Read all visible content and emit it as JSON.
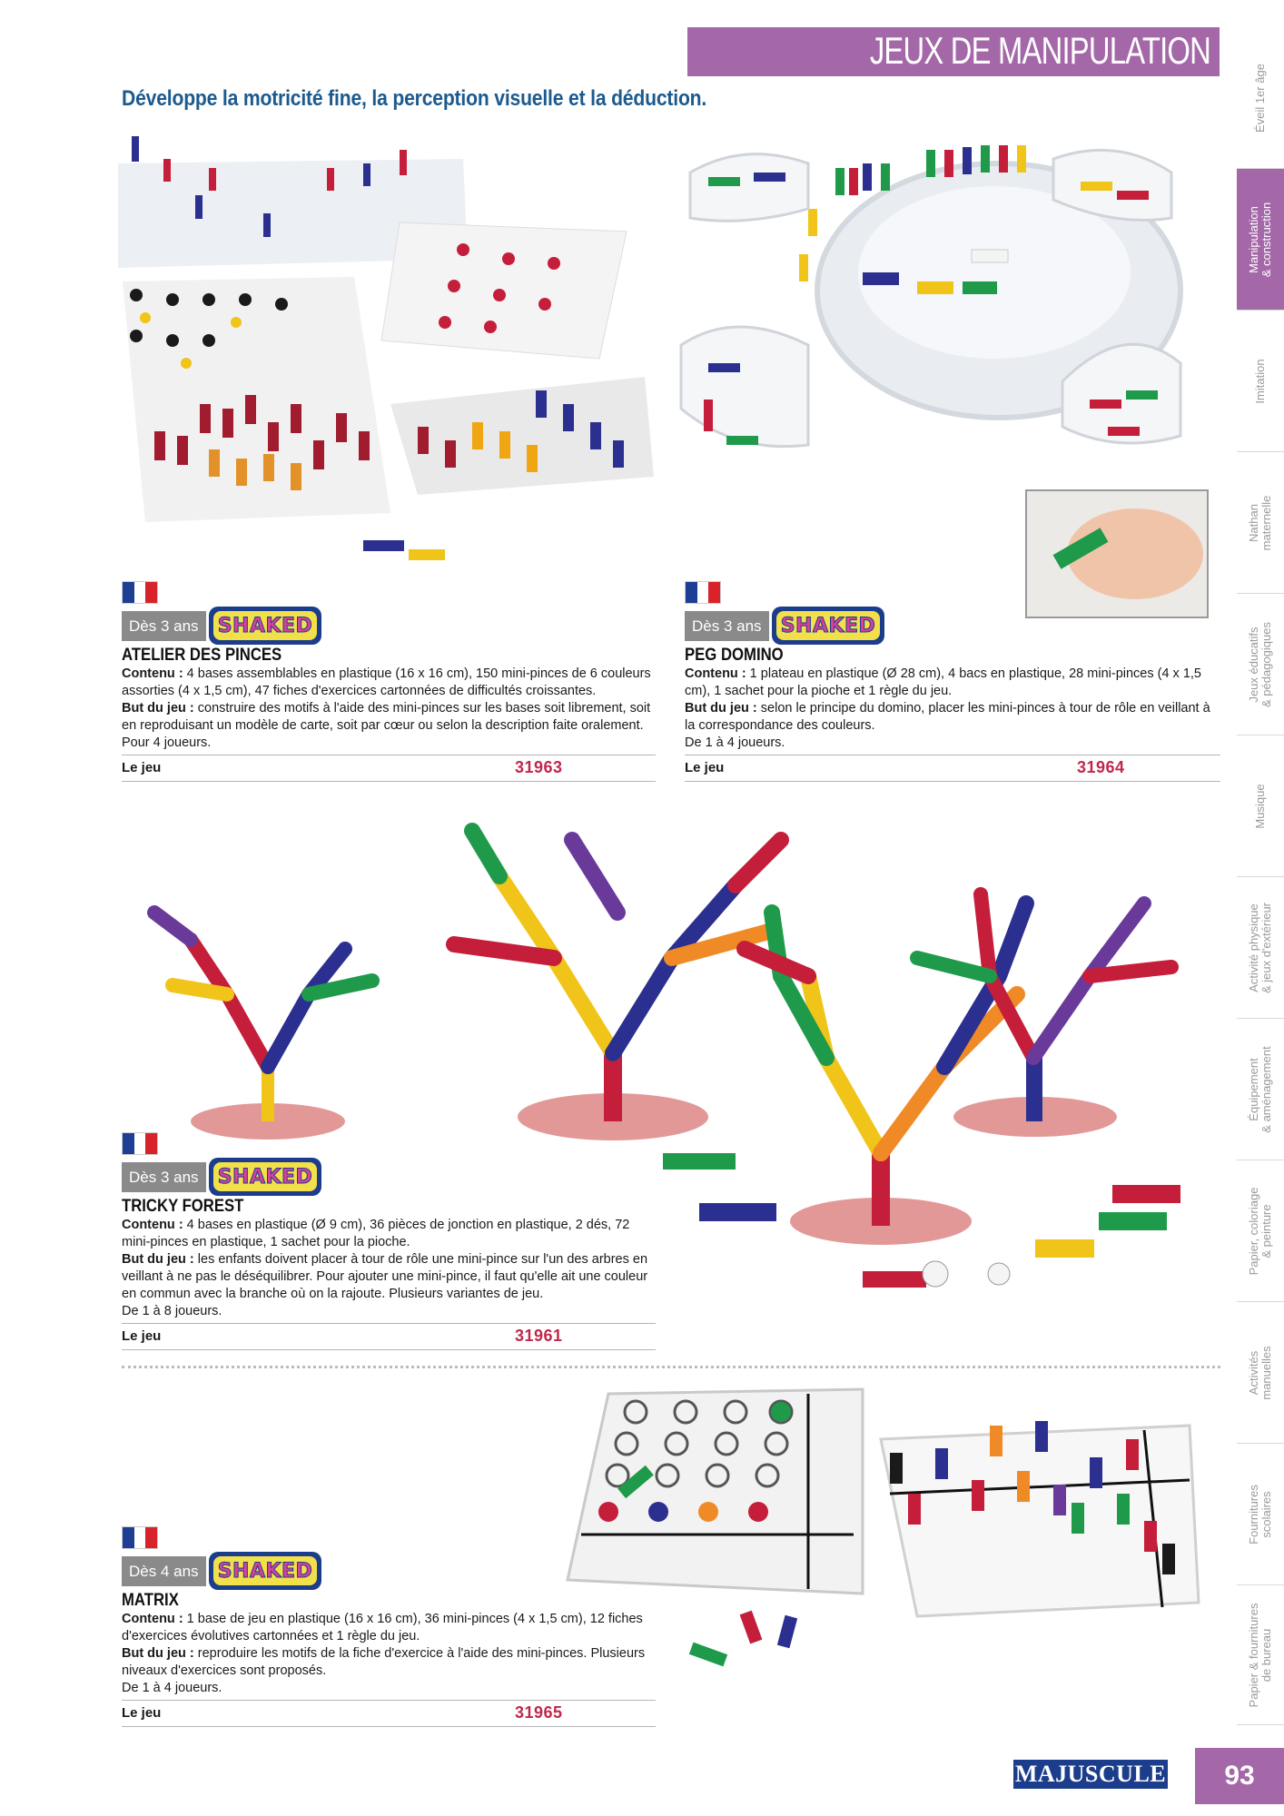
{
  "header": {
    "title": "JEUX DE MANIPULATION"
  },
  "subtitle": "Développe la motricité fine, la perception visuelle et la déduction.",
  "side_tabs": [
    {
      "label": "Éveil 1er âge"
    },
    {
      "label": "Manipulation\n& construction",
      "active": true
    },
    {
      "label": "Imitation"
    },
    {
      "label": "Nathan\nmaternelle"
    },
    {
      "label": "Jeux éducatifs\n& pédagogiques"
    },
    {
      "label": "Musique"
    },
    {
      "label": "Activité physique\n& jeux d'extérieur"
    },
    {
      "label": "Équipement\n& aménagement"
    },
    {
      "label": "Papier, coloriage\n& peinture"
    },
    {
      "label": "Activités\nmanuelles"
    },
    {
      "label": "Fournitures\nscolaires"
    },
    {
      "label": "Papier & fournitures\nde bureau"
    }
  ],
  "products": [
    {
      "age": "Dès 3 ans",
      "brand": "SHAKED",
      "title": "ATELIER DES PINCES",
      "contenu_label": "Contenu :",
      "contenu": " 4 bases assemblables en plastique (16 x 16 cm), 150 mini-pinces de 6 couleurs assorties (4 x 1,5 cm), 47 fiches d'exercices cartonnées de difficultés croissantes.",
      "but_label": "But du jeu :",
      "but": " construire des motifs à l'aide des mini-pinces sur les bases soit librement, soit en reproduisant un modèle de carte, soit par cœur ou selon la description faite oralement.",
      "players": "Pour 4 joueurs.",
      "price_label": "Le jeu",
      "ref": "31963"
    },
    {
      "age": "Dès 3 ans",
      "brand": "SHAKED",
      "title": "PEG DOMINO",
      "contenu_label": "Contenu :",
      "contenu": " 1 plateau en plastique (Ø 28 cm), 4 bacs en plastique, 28 mini-pinces (4 x 1,5 cm), 1 sachet pour la pioche et 1 règle du jeu.",
      "but_label": "But du jeu :",
      "but": " selon le principe du domino, placer les mini-pinces à tour de rôle en veillant à la correspondance des couleurs.",
      "players": "De 1 à 4 joueurs.",
      "price_label": "Le jeu",
      "ref": "31964"
    },
    {
      "age": "Dès 3 ans",
      "brand": "SHAKED",
      "title": "TRICKY FOREST",
      "contenu_label": "Contenu :",
      "contenu": " 4 bases en plastique (Ø 9 cm), 36 pièces de jonction en plastique, 2 dés, 72 mini-pinces en plastique, 1 sachet pour la pioche.",
      "but_label": "But du jeu :",
      "but": " les enfants doivent placer à tour de rôle une mini-pince sur l'un des arbres en veillant à ne pas le déséquilibrer. Pour ajouter une mini-pince, il faut qu'elle ait une couleur en commun avec la branche où on la rajoute. Plusieurs variantes de jeu.",
      "players": "De 1 à 8 joueurs.",
      "price_label": "Le jeu",
      "ref": "31961"
    },
    {
      "age": "Dès 4 ans",
      "brand": "SHAKED",
      "title": "MATRIX",
      "contenu_label": "Contenu :",
      "contenu": " 1 base de jeu en plastique (16 x 16 cm), 36 mini-pinces (4 x 1,5 cm), 12 fiches d'exercices évolutives cartonnées et 1 règle du jeu.",
      "but_label": "But du jeu :",
      "but": " reproduire les motifs de la fiche d'exercice à l'aide des mini-pinces. Plusieurs niveaux d'exercices sont proposés.",
      "players": "De 1 à 4 joueurs.",
      "price_label": "Le jeu",
      "ref": "31965"
    }
  ],
  "footer": {
    "logo": "MAJUSCULE",
    "page": "93"
  },
  "colors": {
    "accent": "#a468a8",
    "title_blue": "#1c5a8e",
    "ref_red": "#c0284a",
    "brand_navy": "#1b3d8c"
  }
}
